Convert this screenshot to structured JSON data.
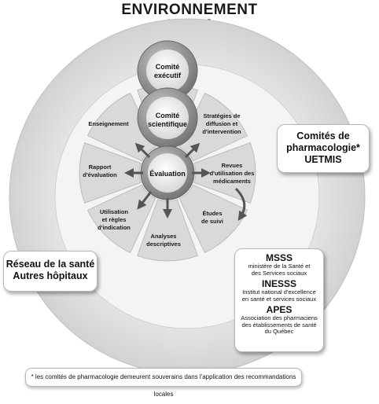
{
  "title": {
    "line1": "ENVIRONNEMENT",
    "line2": "PGTM"
  },
  "center": {
    "comite_executif": [
      "Comité",
      "exécutif"
    ],
    "comite_scientifique": [
      "Comité",
      "scientifique"
    ],
    "evaluation": "Évaluation"
  },
  "segments": {
    "enseignement": [
      "Enseignement"
    ],
    "strategies": [
      "Stratégies de",
      "diffusion et",
      "d'intervention"
    ],
    "rapport": [
      "Rapport",
      "d'évaluation"
    ],
    "revues": [
      "Revues",
      "d'utilisation des",
      "médicaments"
    ],
    "utilisation": [
      "Utilisation",
      "et règles",
      "d'indication"
    ],
    "etudes": [
      "Études",
      "de suivi"
    ],
    "analyses": [
      "Analyses",
      "descriptives"
    ]
  },
  "boxes": {
    "comites": [
      "Comités de",
      "pharmacologie*",
      "UETMIS"
    ],
    "reseau": [
      "Réseau de la santé",
      "Autres hôpitaux"
    ],
    "orgs": [
      {
        "acronym": "MSSS",
        "full": [
          "ministère de la Santé et",
          "des Services sociaux"
        ]
      },
      {
        "acronym": "INESSS",
        "full": [
          "Institut national d'excellence",
          "en santé et services sociaux"
        ]
      },
      {
        "acronym": "APES",
        "full": [
          "Association des pharmaciens",
          "des établissements de santé",
          "du Québec"
        ]
      }
    ]
  },
  "footnote": "* les comités de pharmacologie demeurent souverains dans l'application des recommandations locales"
}
